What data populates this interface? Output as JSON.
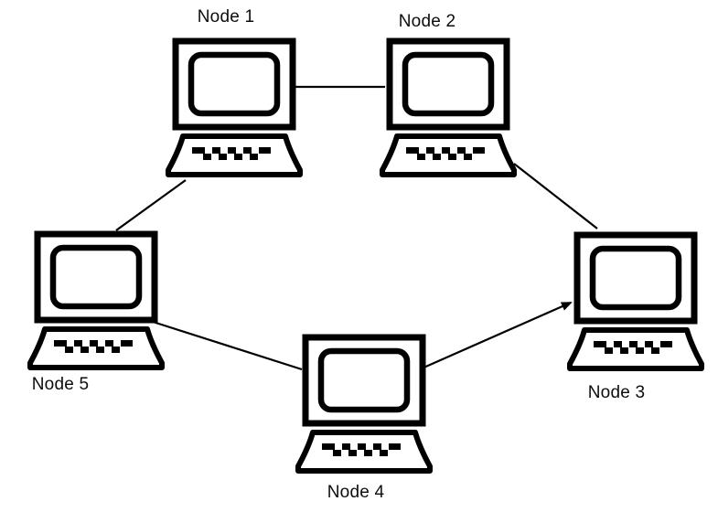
{
  "diagram": {
    "kind": "network-topology",
    "background_color": "#ffffff",
    "line_color": "#000000",
    "text_color": "#0d0d0d",
    "nodes": [
      {
        "id": "node1",
        "label": "Node 1"
      },
      {
        "id": "node2",
        "label": "Node 2"
      },
      {
        "id": "node3",
        "label": "Node 3"
      },
      {
        "id": "node4",
        "label": "Node 4"
      },
      {
        "id": "node5",
        "label": "Node 5"
      }
    ],
    "connections": [
      {
        "from": "Node 1",
        "to": "Node 2",
        "directed": false
      },
      {
        "from": "Node 1",
        "to": "Node 5",
        "directed": false
      },
      {
        "from": "Node 2",
        "to": "Node 3",
        "directed": false
      },
      {
        "from": "Node 5",
        "to": "Node 4",
        "directed": false
      },
      {
        "from": "Node 4",
        "to": "Node 3",
        "directed": true
      }
    ]
  }
}
